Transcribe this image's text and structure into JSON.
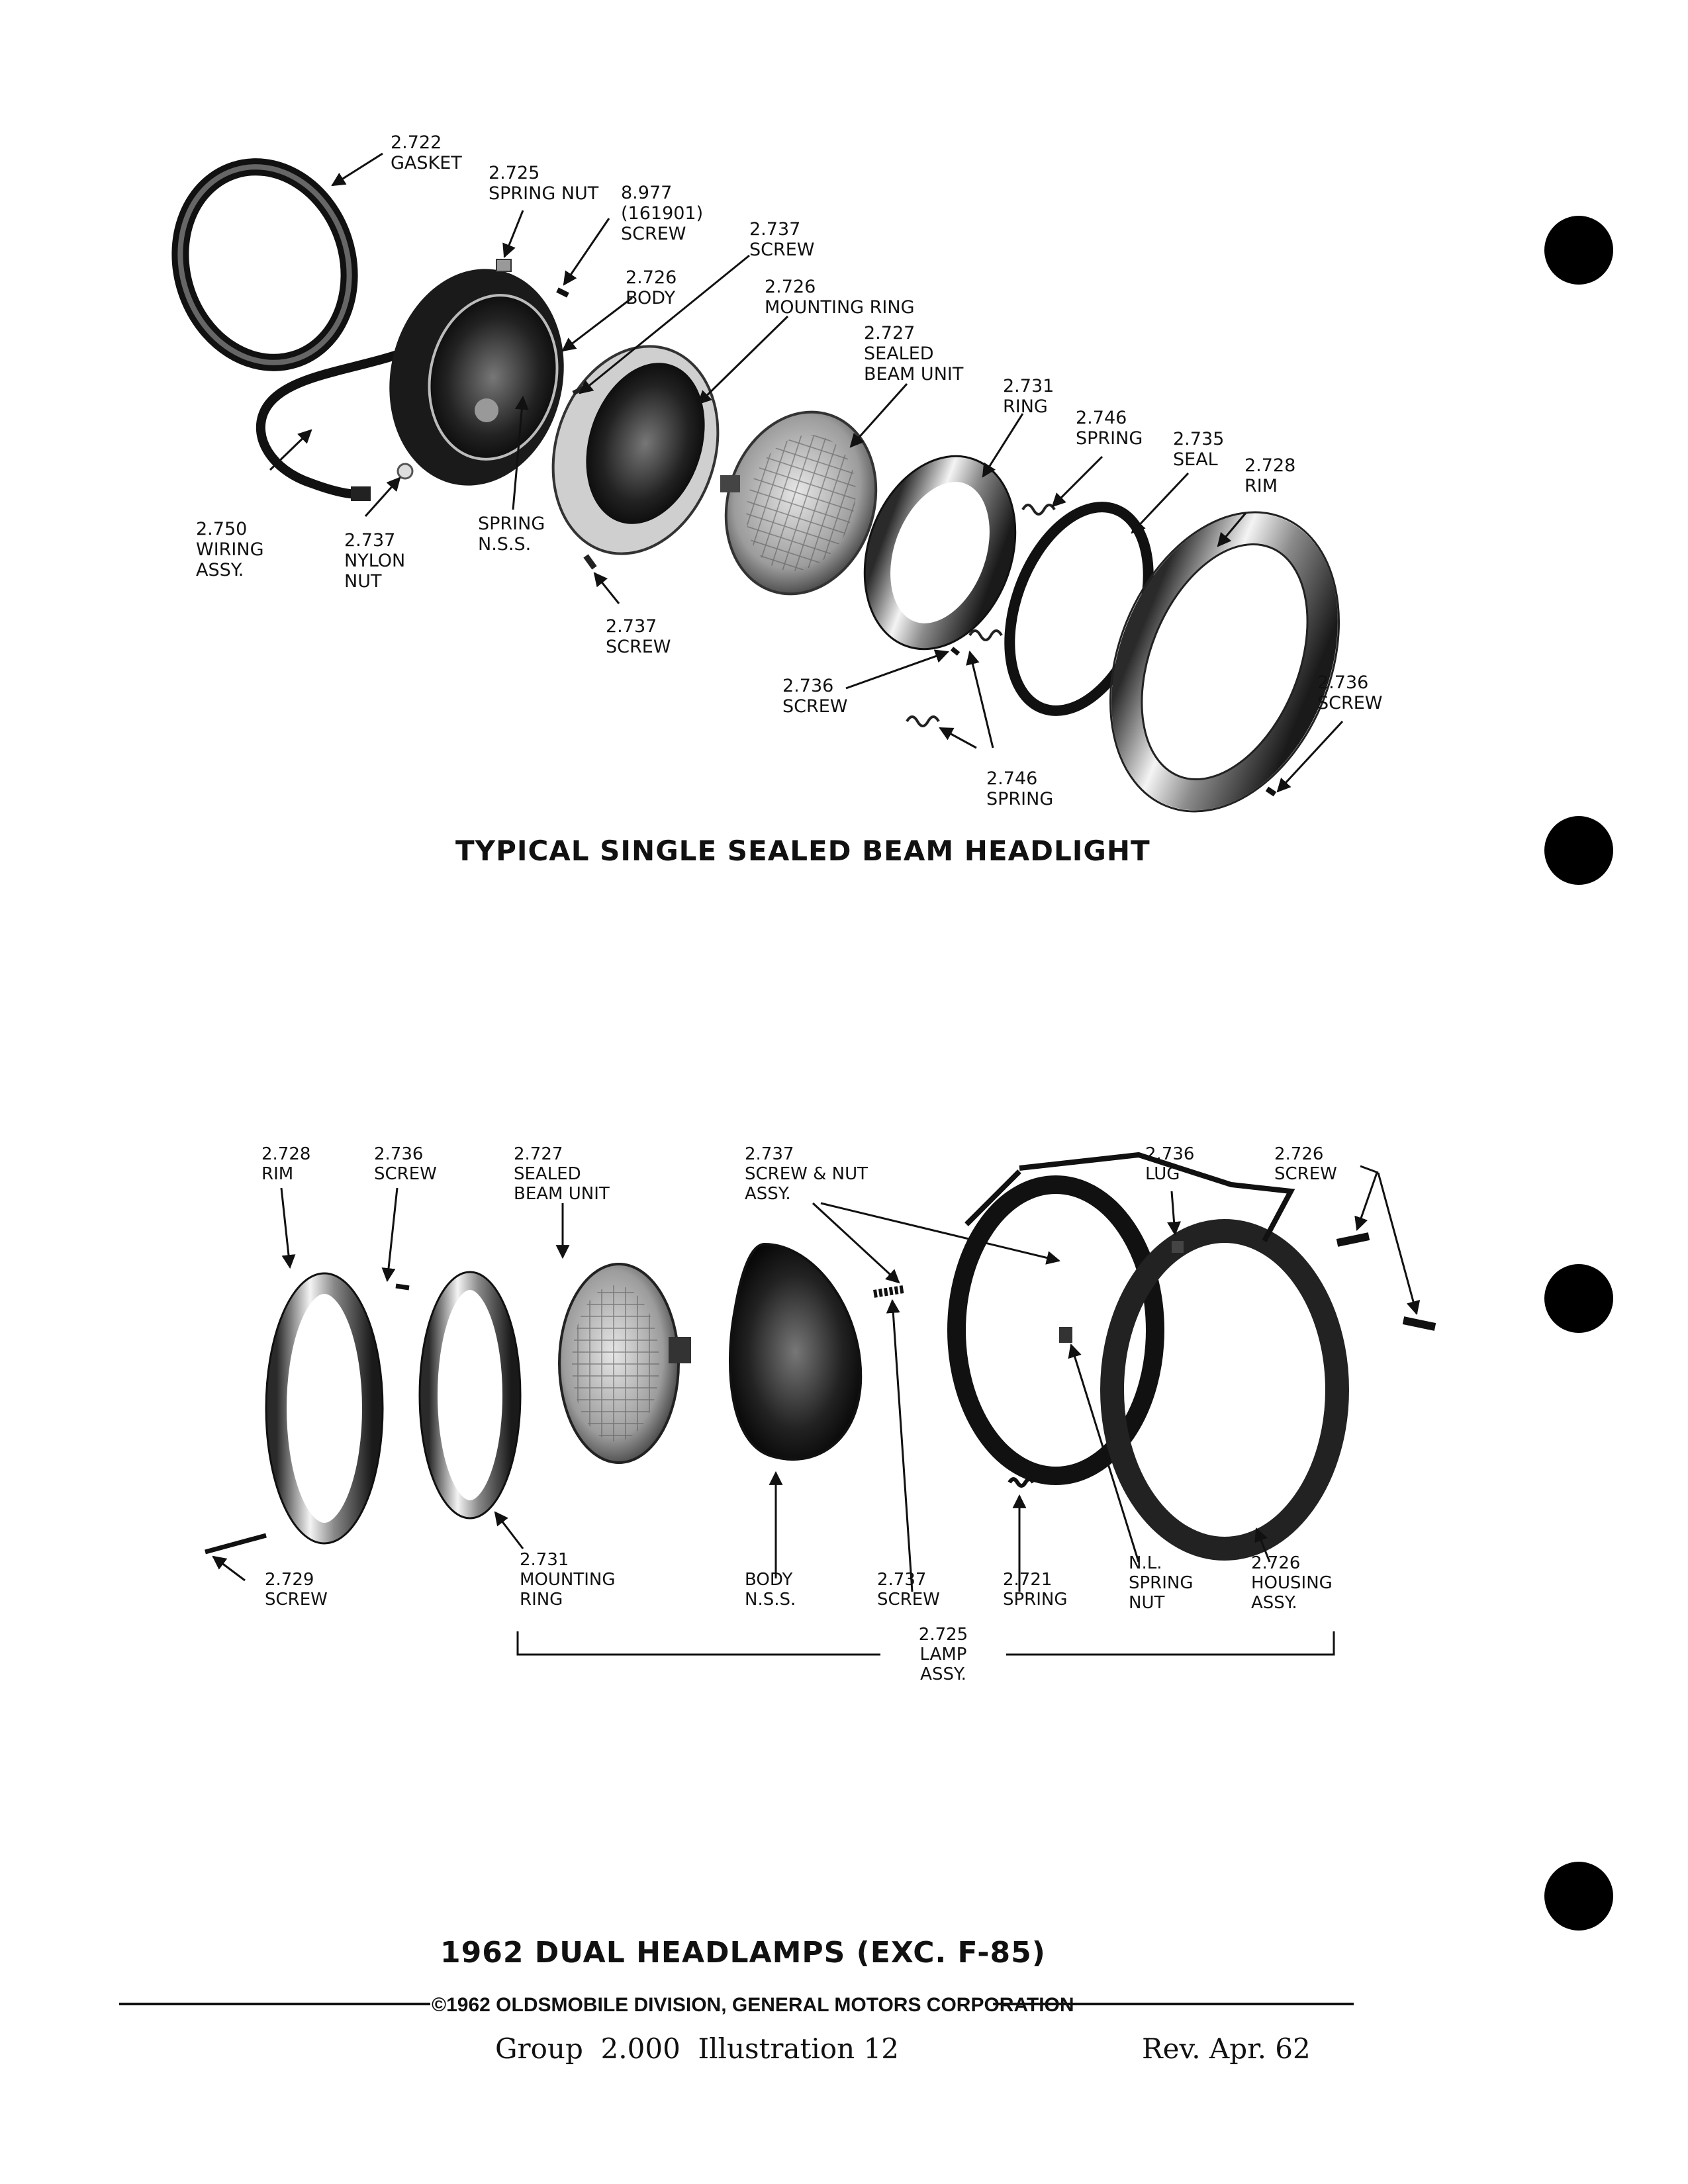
{
  "diagram_top": {
    "title": "TYPICAL SINGLE SEALED BEAM HEADLIGHT",
    "labels": {
      "gasket": [
        "2.722",
        "GASKET"
      ],
      "spring_nut": [
        "2.725",
        "SPRING NUT"
      ],
      "screw_8977": [
        "8.977",
        "(161901)",
        "SCREW"
      ],
      "screw_2737_a": [
        "2.737",
        "SCREW"
      ],
      "body": [
        "2.726",
        "BODY"
      ],
      "mounting_ring": [
        "2.726",
        "MOUNTING RING"
      ],
      "sealed_beam": [
        "2.727",
        "SEALED",
        "BEAM UNIT"
      ],
      "ring": [
        "2.731",
        "RING"
      ],
      "spring_2746": [
        "2.746",
        "SPRING"
      ],
      "seal": [
        "2.735",
        "SEAL"
      ],
      "rim": [
        "2.728",
        "RIM"
      ],
      "wiring": [
        "2.750",
        "WIRING",
        "ASSY."
      ],
      "nylon_nut": [
        "2.737",
        "NYLON",
        "NUT"
      ],
      "spring_nss": [
        "SPRING",
        "N.S.S."
      ],
      "screw_2737_b": [
        "2.737",
        "SCREW"
      ],
      "screw_2736_a": [
        "2.736",
        "SCREW"
      ],
      "screw_2736_b": [
        "2.736",
        "SCREW"
      ],
      "spring_2746_b": [
        "2.746",
        "SPRING"
      ]
    }
  },
  "diagram_bottom": {
    "title": "1962 DUAL HEADLAMPS (EXC. F-85)",
    "labels": {
      "rim": [
        "2.728",
        "RIM"
      ],
      "screw_2736": [
        "2.736",
        "SCREW"
      ],
      "sealed_beam": [
        "2.727",
        "SEALED",
        "BEAM UNIT"
      ],
      "screw_nut": [
        "2.737",
        "SCREW & NUT",
        "ASSY."
      ],
      "lug": [
        "2.736",
        "LUG"
      ],
      "screw_2726": [
        "2.726",
        "SCREW"
      ],
      "screw_2729": [
        "2.729",
        "SCREW"
      ],
      "mounting_ring": [
        "2.731",
        "MOUNTING",
        "RING"
      ],
      "body": [
        "BODY",
        "N.S.S."
      ],
      "screw_2737": [
        "2.737",
        "SCREW"
      ],
      "spring_2721": [
        "2.721",
        "SPRING"
      ],
      "spring_nut": [
        "N.L.",
        "SPRING",
        "NUT"
      ],
      "housing": [
        "2.726",
        "HOUSING",
        "ASSY."
      ],
      "lamp_assy": [
        "2.725",
        "LAMP",
        "ASSY."
      ]
    }
  },
  "footer": {
    "copyright": "©1962 OLDSMOBILE DIVISION, GENERAL MOTORS CORPORATION",
    "group": "Group  2.000  Illustration 12",
    "rev": "Rev. Apr. 62"
  }
}
